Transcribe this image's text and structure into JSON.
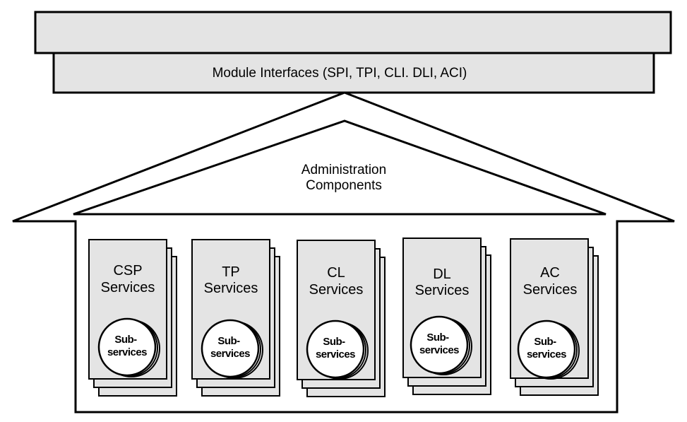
{
  "top_bar": {
    "label": ""
  },
  "module_interfaces": {
    "label": "Module Interfaces (SPI, TPI, CLI. DLI, ACI)"
  },
  "administration": {
    "line1": "Administration",
    "line2": "Components"
  },
  "services": [
    {
      "line1": "CSP",
      "line2": "Services",
      "sub1": "Sub-",
      "sub2": "services"
    },
    {
      "line1": "TP",
      "line2": "Services",
      "sub1": "Sub-",
      "sub2": "services"
    },
    {
      "line1": "CL",
      "line2": "Services",
      "sub1": "Sub-",
      "sub2": "services"
    },
    {
      "line1": "DL",
      "line2": "Services",
      "sub1": "Sub-",
      "sub2": "services"
    },
    {
      "line1": "AC",
      "line2": "Services",
      "sub1": "Sub-",
      "sub2": "services"
    }
  ],
  "colors": {
    "fill": "#e4e4e4",
    "stroke": "#000000",
    "background": "#ffffff"
  }
}
